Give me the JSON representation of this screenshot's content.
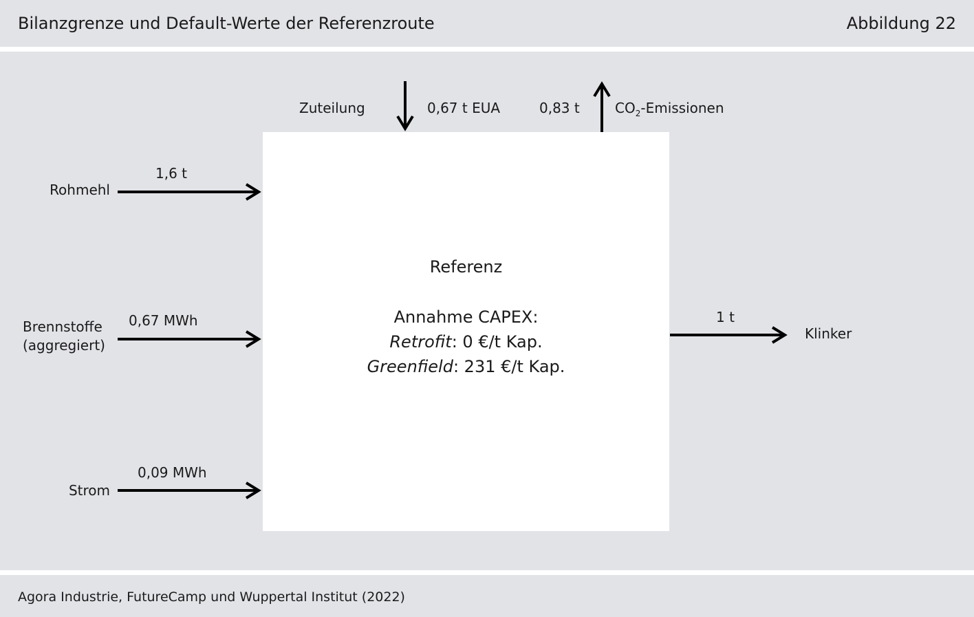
{
  "header": {
    "title": "Bilanzgrenze und Default-Werte der Referenzroute",
    "figure_number": "Abbildung 22"
  },
  "diagram": {
    "top": {
      "allocation_label": "Zuteilung",
      "allocation_value": "0,67 t EUA",
      "emissions_value": "0,83 t",
      "emissions_label_prefix": "CO",
      "emissions_label_sub": "2",
      "emissions_label_suffix": "-Emissionen"
    },
    "inputs": [
      {
        "label": "Rohmehl",
        "value": "1,6 t"
      },
      {
        "label_line1": "Brennstoffe",
        "label_line2": "(aggregiert)",
        "value": "0,67 MWh"
      },
      {
        "label": "Strom",
        "value": "0,09 MWh"
      }
    ],
    "output": {
      "label": "Klinker",
      "value": "1 t"
    },
    "box": {
      "title": "Referenz",
      "capex_heading": "Annahme CAPEX:",
      "retrofit_label": "Retrofit",
      "retrofit_value": ": 0 €/t Kap.",
      "greenfield_label": "Greenfield",
      "greenfield_value": ": 231 €/t Kap."
    }
  },
  "footer": {
    "source": "Agora Industrie, FutureCamp und Wuppertal Institut (2022)"
  }
}
